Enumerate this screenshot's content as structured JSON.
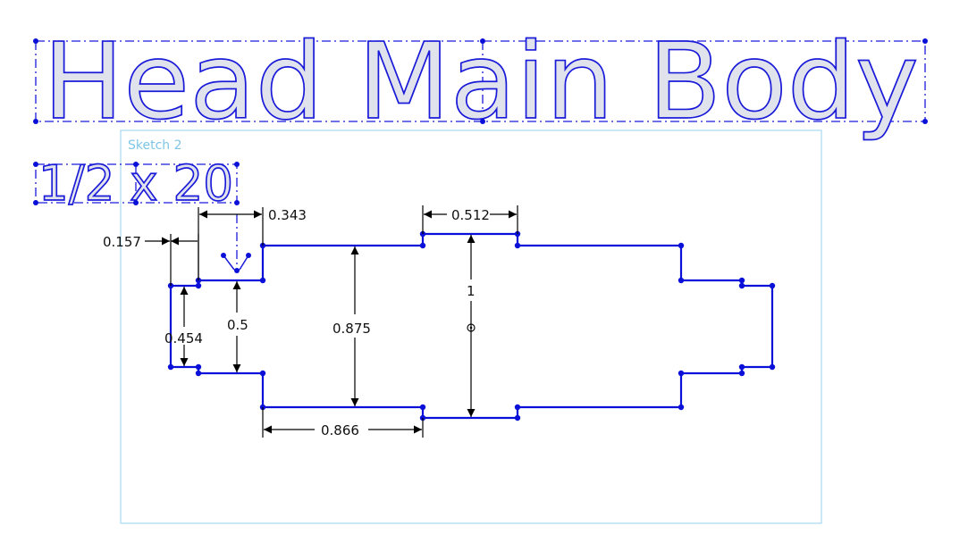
{
  "sketch": {
    "label": "Sketch 2"
  },
  "texts": {
    "title": "Head Main Body",
    "thread": "1/2 x 20"
  },
  "dimensions": {
    "d_0343": "0.343",
    "d_0157": "0.157",
    "d_0512": "0.512",
    "d_1": "1",
    "d_0454": "0.454",
    "d_05": "0.5",
    "d_0875": "0.875",
    "d_0866": "0.866"
  },
  "colors": {
    "sketch_edge": "#0a10d8",
    "region_fill": "#e1e3ec",
    "sketch_frame": "#a8d8ef",
    "sketch_label": "#7fc6e6"
  }
}
